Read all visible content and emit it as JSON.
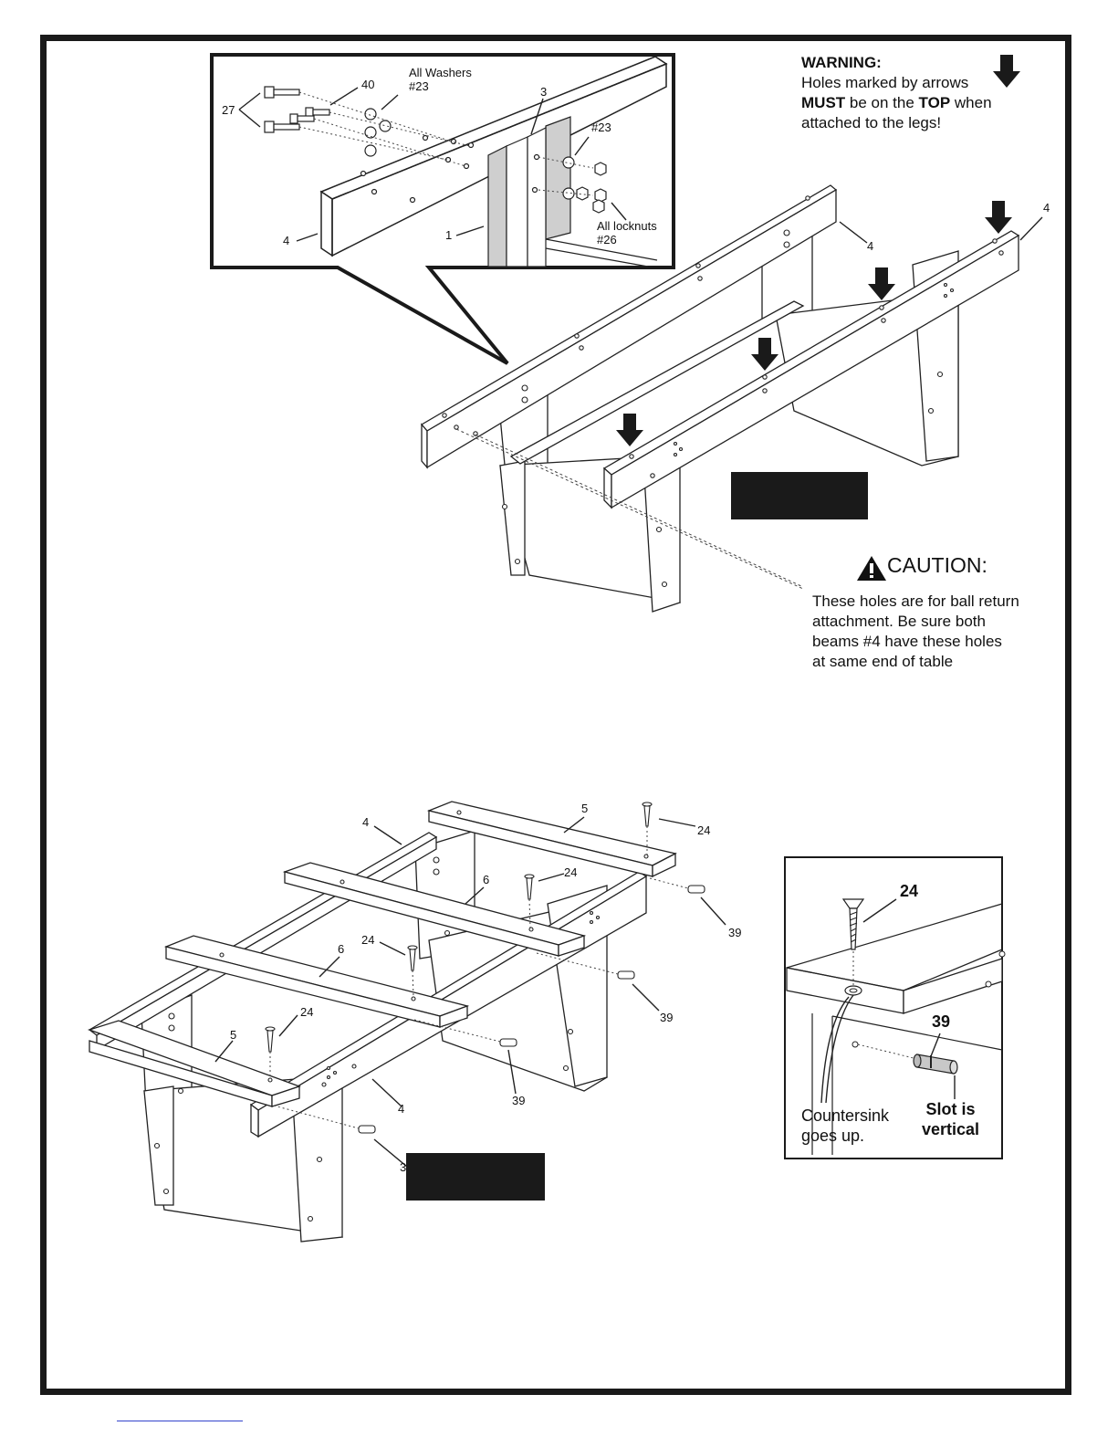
{
  "warning": {
    "title": "WARNING:",
    "line1": "Holes marked by arrows",
    "line2_bold1": "MUST",
    "line2_text": " be on the ",
    "line2_bold2": "TOP",
    "line2_end": " when",
    "line3": "attached to the legs!"
  },
  "caution": {
    "title": "CAUTION:",
    "lines": [
      "These holes are for ball return",
      "attachment.  Be sure both",
      "beams #4 have these holes",
      "at same end of table"
    ]
  },
  "inset_top": {
    "washers_line1": "All Washers",
    "washers_line2": "#23",
    "part_40": "40",
    "part_27": "27",
    "part_3": "3",
    "part_23": "#23",
    "part_4": "4",
    "part_1": "1",
    "locknuts_line1": "All locknuts",
    "locknuts_line2": "#26"
  },
  "top_assembly": {
    "part_4a": "4",
    "part_4b": "4"
  },
  "bottom_assembly": {
    "part_4_top": "4",
    "part_5_top": "5",
    "part_24_top": "24",
    "part_6_a": "6",
    "part_24_b": "24",
    "part_39_a": "39",
    "part_6_b": "6",
    "part_24_c": "24",
    "part_39_b": "39",
    "part_24_d": "24",
    "part_5_bottom": "5",
    "part_39_c": "39",
    "part_4_bottom": "4",
    "part_3_partial": "3"
  },
  "detail_inset": {
    "part_24": "24",
    "part_39": "39",
    "countersink_line1": "Countersink",
    "countersink_line2": "goes up.",
    "slot_line1": "Slot is",
    "slot_line2": "vertical"
  },
  "icons": {
    "caution": "warning-triangle-icon",
    "arrow": "down-arrow-icon"
  }
}
